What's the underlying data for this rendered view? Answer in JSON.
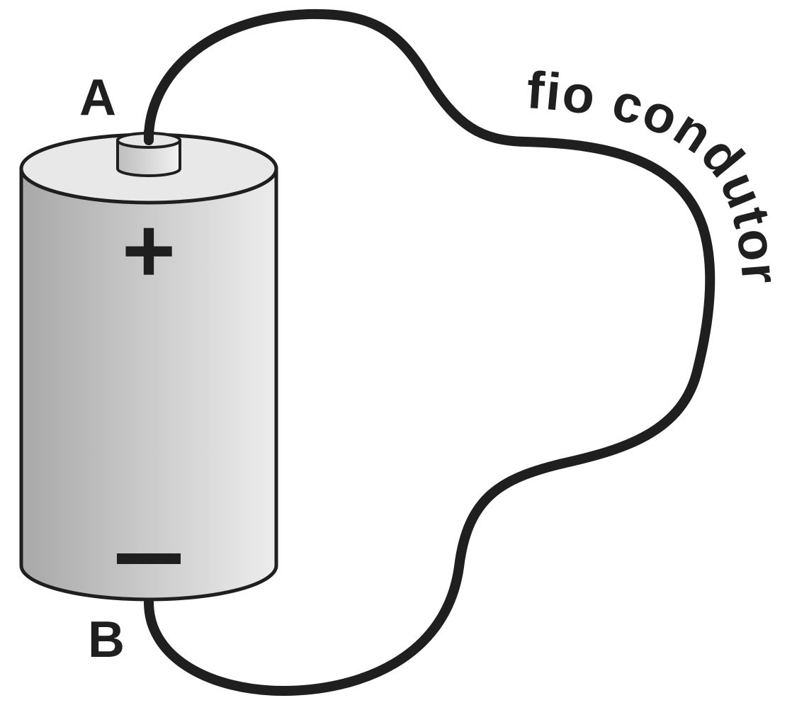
{
  "labels": {
    "terminal_a": "A",
    "terminal_b": "B",
    "wire": "fio condutor"
  },
  "battery": {
    "positive_symbol": "+",
    "negative_symbol": "−"
  },
  "colors": {
    "stroke": "#1f1f1f",
    "battery_dark": "#a9a9a9",
    "battery_light": "#ececec",
    "background": "#ffffff"
  }
}
